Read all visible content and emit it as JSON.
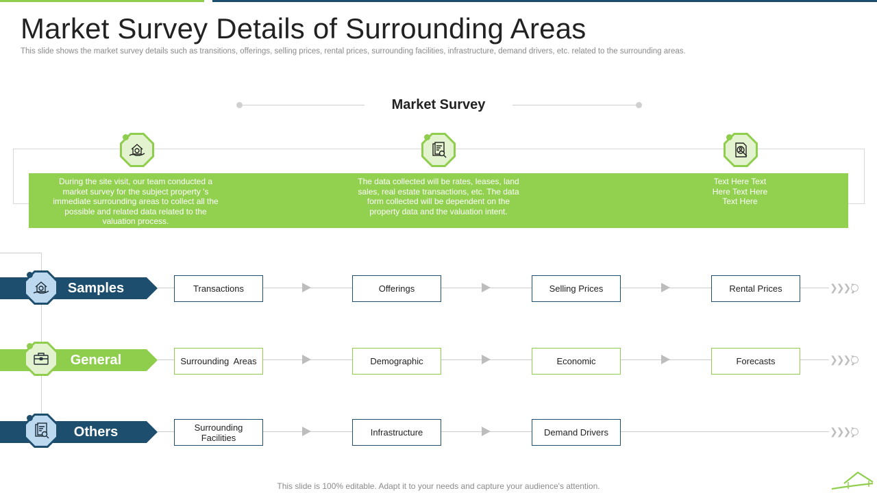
{
  "slide": {
    "title": "Market Survey Details of Surrounding Areas",
    "subtitle": "This slide shows the market survey details such as transitions, offerings, selling prices, rental prices, surrounding facilities, infrastructure, demand drivers, etc. related to the surrounding areas.",
    "footer": "This slide is 100% editable. Adapt it to your needs and capture your audience's attention."
  },
  "survey": {
    "title": "Market Survey",
    "columns": [
      {
        "icon": "house-money-icon",
        "text": "During the site visit, our team conducted a market survey for the subject property 's immediate surrounding areas to collect all the possible and related data related to the valuation process."
      },
      {
        "icon": "document-search-icon",
        "text": "The data collected will be rates, leases, land sales, real estate transactions, etc. The data form collected will be dependent on the property data and the valuation intent."
      },
      {
        "icon": "user-search-icon",
        "text": "Text Here Text Here Text Here Text Here"
      }
    ]
  },
  "rows": [
    {
      "label": "Samples",
      "icon": "house-money-icon",
      "items": [
        "Transactions",
        "Offerings",
        "Selling Prices",
        "Rental Prices"
      ]
    },
    {
      "label": "General",
      "icon": "briefcase-icon",
      "items": [
        "Surrounding  Areas",
        "Demographic",
        "Economic",
        "Forecasts"
      ]
    },
    {
      "label": "Others",
      "icon": "document-search-icon",
      "items": [
        "Surrounding Facilities",
        "Infrastructure",
        "Demand Drivers"
      ]
    }
  ],
  "colors": {
    "navy": "#1d4e6e",
    "green": "#8fce4c",
    "band": "#92d050",
    "navy_icon_bg": "#bcd9ef",
    "green_icon_bg": "#e3f2cf"
  }
}
